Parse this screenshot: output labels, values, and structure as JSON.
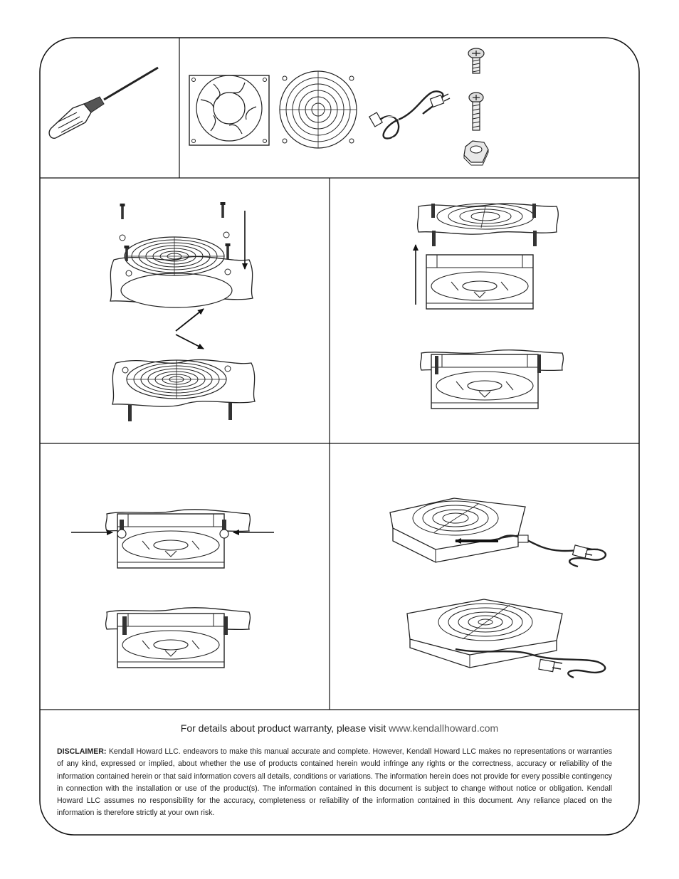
{
  "footer": {
    "warranty_text": "For details about product warranty, please visit",
    "warranty_url": "www.kendallhoward.com",
    "disclaimer_label": "DISCLAIMER:",
    "disclaimer_text": "Kendall Howard LLC. endeavors to make this manual accurate and complete. However, Kendall Howard LLC makes no representations or warranties of any kind, expressed or implied, about whether the use of products contained herein would infringe any rights or the correctness, accuracy or reliability of the information contained herein or that said information covers all details, conditions or variations. The information herein does not provide for every possible contingency in connection with the installation or use of the product(s). The information contained in this document is subject to change without notice or obligation.  Kendall Howard LLC assumes no responsibility for the accuracy, completeness or reliability of the information contained in this document.  Any reliance placed on the information is therefore strictly at your own risk."
  },
  "icons": {
    "tool": "screwdriver-icon",
    "parts": [
      "fan-icon",
      "fan-guard-icon",
      "power-cord-icon",
      "short-screw-icon",
      "long-screw-icon",
      "hex-nut-icon"
    ],
    "steps": [
      "step-1-illustration",
      "step-2-illustration",
      "step-3-illustration",
      "step-4-illustration"
    ]
  }
}
